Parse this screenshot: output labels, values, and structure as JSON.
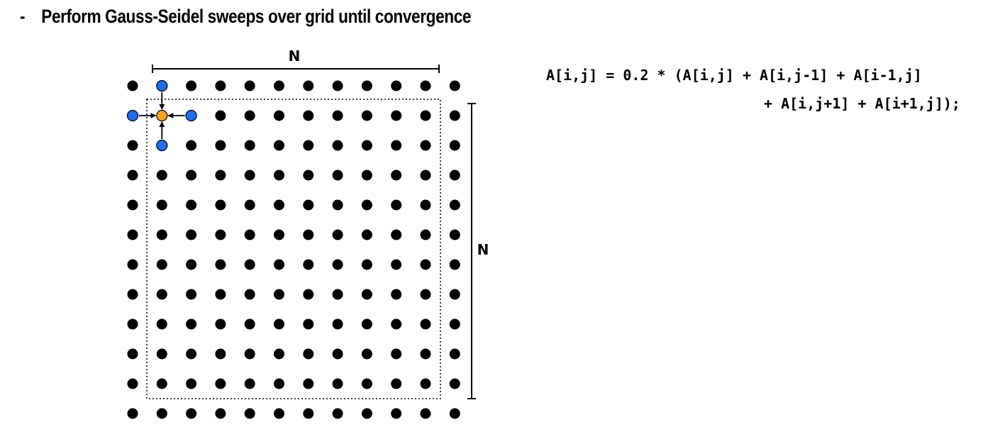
{
  "bullet": {
    "marker": "-",
    "text": "Perform Gauss-Seidel sweeps over grid until convergence"
  },
  "code": {
    "line1": "A[i,j] = 0.2 * (A[i,j] + A[i,j-1] + A[i-1,j]",
    "line2": "+ A[i,j+1] + A[i+1,j]);"
  },
  "grid": {
    "label_top": "N",
    "label_right": "N",
    "rows": 12,
    "cols": 12,
    "highlight": {
      "center": [
        1,
        1
      ],
      "neighbors": [
        [
          0,
          1
        ],
        [
          1,
          0
        ],
        [
          1,
          2
        ],
        [
          2,
          1
        ]
      ]
    }
  },
  "colors": {
    "grid_dot": "#000000",
    "center_dot": "#f5a623",
    "neighbor_dot": "#1e6ff0"
  }
}
